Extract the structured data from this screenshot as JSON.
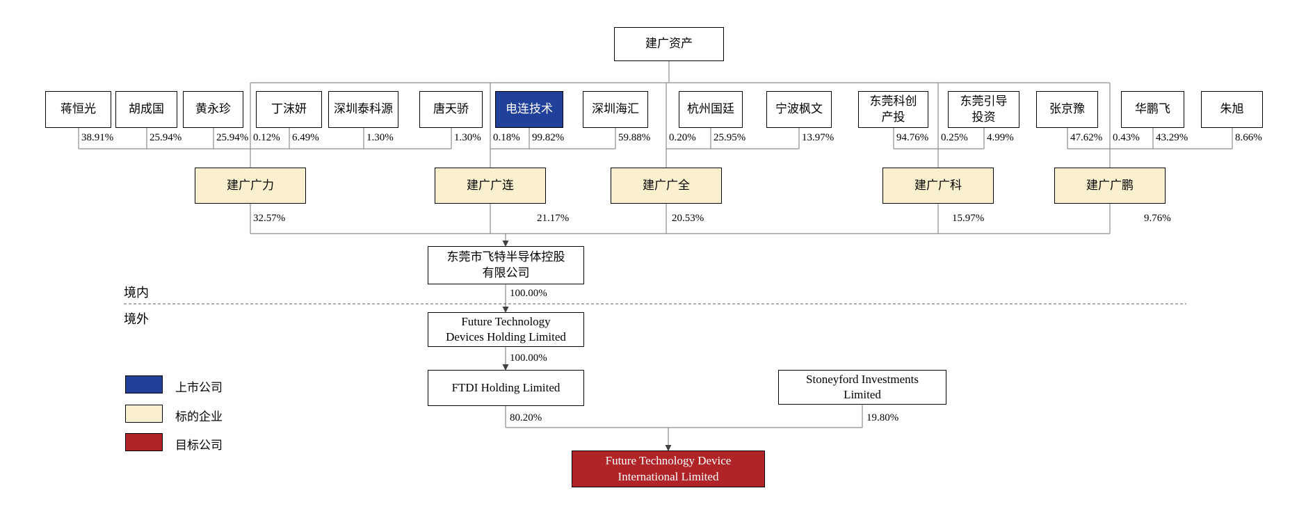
{
  "nodes": {
    "root": "建广资产",
    "shareholders": [
      "蒋恒光",
      "胡成国",
      "黄永珍",
      "丁沫妍",
      "深圳泰科源",
      "唐天骄",
      "电连技术",
      "深圳海汇",
      "杭州国廷",
      "宁波枫文",
      "东莞科创产投",
      "东莞引导投资",
      "张京豫",
      "华鹏飞",
      "朱旭"
    ],
    "partnerships": [
      "建广广力",
      "建广广连",
      "建广广全",
      "建广广科",
      "建广广鹏"
    ],
    "holdco": {
      "lines": [
        "东莞市飞特半导体控股",
        "有限公司"
      ]
    },
    "ftd_holding": {
      "lines": [
        "Future Technology",
        "Devices Holding Limited"
      ]
    },
    "ftdi_holding": "FTDI Holding Limited",
    "stoneyford": {
      "lines": [
        "Stoneyford Investments",
        "Limited"
      ]
    },
    "target": {
      "lines": [
        "Future Technology Device",
        "International Limited"
      ]
    }
  },
  "percents": {
    "shareholder_row": [
      "38.91%",
      "25.94%",
      "25.94%",
      "6.49%",
      "1.30%",
      "1.30%",
      "99.82%",
      "59.88%",
      "25.95%",
      "13.97%",
      "94.76%",
      "4.99%",
      "47.62%",
      "43.29%",
      "8.66%"
    ],
    "gp_row": [
      "0.12%",
      "0.18%",
      "0.20%",
      "0.25%",
      "0.43%"
    ],
    "partnership_row": [
      "32.57%",
      "21.17%",
      "20.53%",
      "15.97%",
      "9.76%"
    ],
    "holdco_to_ftd": "100.00%",
    "ftd_to_ftdi": "100.00%",
    "ftdi_to_target": "80.20%",
    "stoneyford_to_target": "19.80%"
  },
  "regions": {
    "domestic": "境内",
    "overseas": "境外"
  },
  "legend": [
    {
      "label": "上市公司",
      "color": "#21409A"
    },
    {
      "label": "标的企业",
      "color": "#FBF0CD"
    },
    {
      "label": "目标公司",
      "color": "#B02427"
    }
  ]
}
